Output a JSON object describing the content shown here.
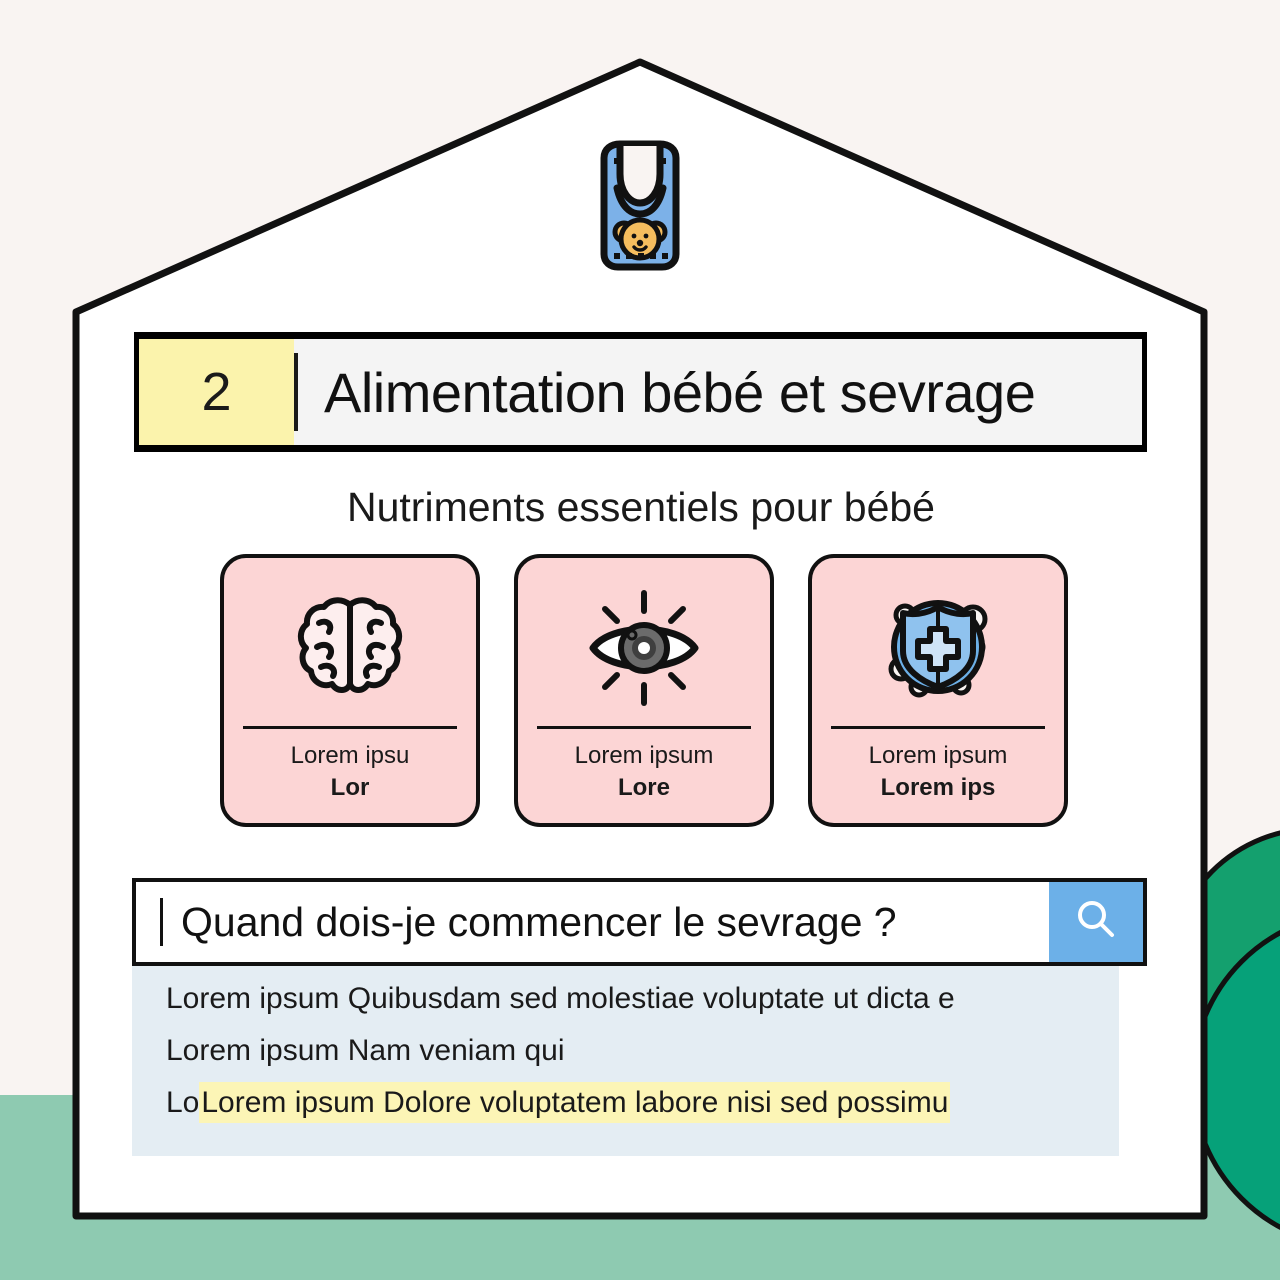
{
  "section": {
    "number": "2",
    "title": "Alimentation bébé et sevrage",
    "subtitle": "Nutriments essentiels pour bébé"
  },
  "cards": [
    {
      "icon": "brain-icon",
      "line1": "Lorem ipsu",
      "line2": "Lor"
    },
    {
      "icon": "eye-icon",
      "line1": "Lorem ipsum",
      "line2": "Lore"
    },
    {
      "icon": "immunity-shield-icon",
      "line1": "Lorem ipsum",
      "line2": "Lorem ips"
    }
  ],
  "search": {
    "value": "Quand dois-je commencer le sevrage ?",
    "placeholder": "Quand dois-je commencer le sevrage ?",
    "button_icon": "search-icon"
  },
  "results": [
    {
      "text": "Lorem ipsum Quibusdam sed molestiae voluptate ut dicta e",
      "highlighted": false
    },
    {
      "text": "Lorem ipsum Nam veniam qui",
      "highlighted": false
    },
    {
      "prefix": "Lo",
      "text": "Lorem ipsum Dolore voluptatem labore nisi sed possimu",
      "highlighted": true
    }
  ],
  "decor": {
    "bib_icon": "baby-bib-icon",
    "bush_icon": "bush-shape"
  },
  "colors": {
    "page_background": "#f9f4f2",
    "house_fill": "#ffffff",
    "outline": "#111111",
    "number_badge": "#fbf3ac",
    "header_bar": "#f4f4f4",
    "card": "#fcd5d5",
    "results_panel": "#e4edf3",
    "highlight": "#fcf5b6",
    "search_button": "#6cb0e8",
    "ground": "#8ecab1",
    "bush_back": "#14a06e",
    "bush_front": "#06a179",
    "bib_blue": "#7cb1e8",
    "bear_orange": "#f5bd5e"
  }
}
